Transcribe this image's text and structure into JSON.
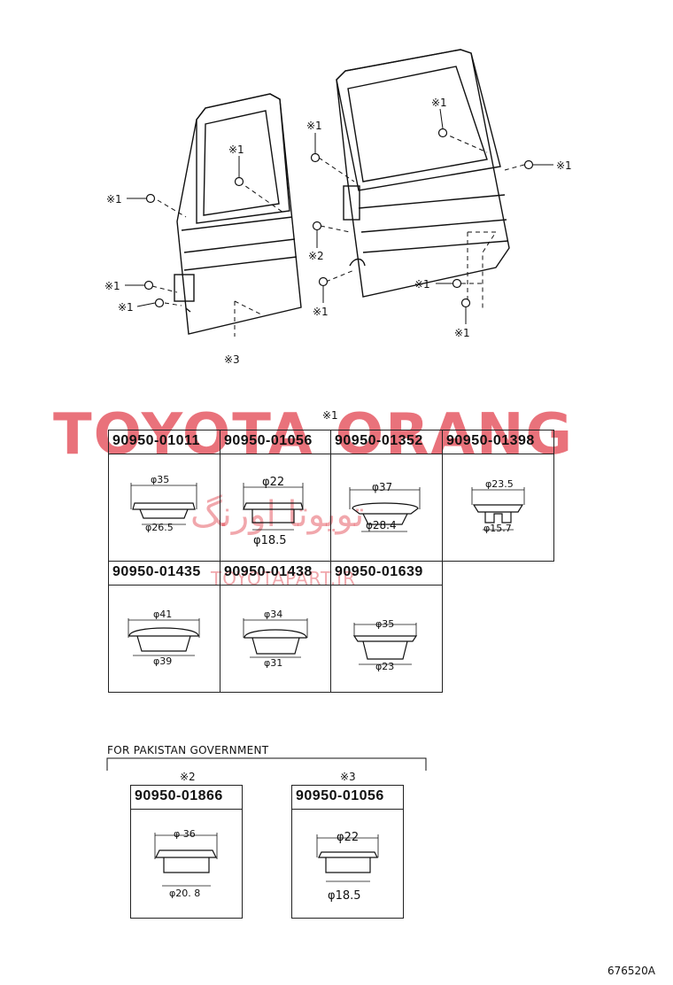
{
  "callouts": {
    "mark1": "※1",
    "mark2": "※2",
    "mark3": "※3"
  },
  "watermark": {
    "brand": "TOYOTA ORANG",
    "farsi": "تویوتا اورنگ",
    "url": "TOYOTAPART.IR"
  },
  "group1_label": "※1",
  "table1": {
    "row1": [
      {
        "part": "90950-01011",
        "outer": "φ35",
        "inner": "φ26.5"
      },
      {
        "part": "90950-01056",
        "outer": "φ22",
        "inner": "φ18.5"
      },
      {
        "part": "90950-01352",
        "outer": "φ37",
        "inner": "φ28.4"
      },
      {
        "part": "90950-01398",
        "outer": "φ23.5",
        "inner": "φ15.7"
      }
    ],
    "row2": [
      {
        "part": "90950-01435",
        "outer": "φ41",
        "inner": "φ39"
      },
      {
        "part": "90950-01438",
        "outer": "φ34",
        "inner": "φ31"
      },
      {
        "part": "90950-01639",
        "outer": "φ35",
        "inner": "φ23"
      }
    ]
  },
  "pakistan": {
    "title": "FOR PAKISTAN GOVERNMENT",
    "items": [
      {
        "label": "※2",
        "part": "90950-01866",
        "outer": "φ 36",
        "inner": "φ20. 8"
      },
      {
        "label": "※3",
        "part": "90950-01056",
        "outer": "φ22",
        "inner": "φ18.5"
      }
    ]
  },
  "diagram_id": "676520A"
}
